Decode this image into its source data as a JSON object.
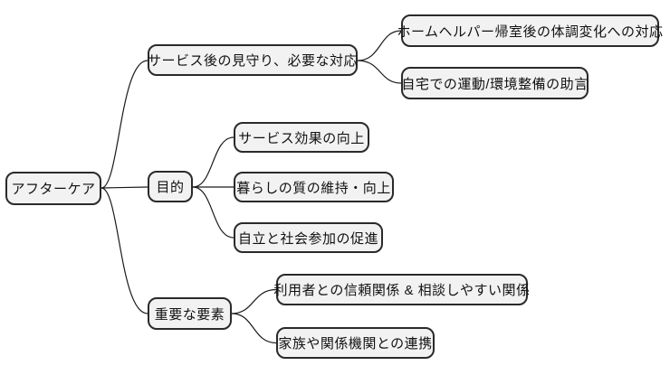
{
  "diagram": {
    "type": "mindmap",
    "colors": {
      "background": "#ffffff",
      "node_fill": "#f2f2f2",
      "node_border": "#2a2a2a",
      "edge_stroke": "#1a1a1a",
      "text": "#111111"
    },
    "root": {
      "label": "アフターケア"
    },
    "branches": [
      {
        "label": "サービス後の見守り、必要な対応",
        "children": [
          "ホームヘルパー帰室後の体調変化への対応",
          "自宅での運動/環境整備の助言"
        ]
      },
      {
        "label": "目的",
        "children": [
          "サービス効果の向上",
          "暮らしの質の維持・向上",
          "自立と社会参加の促進"
        ]
      },
      {
        "label": "重要な要素",
        "children": [
          "利用者との信頼関係 & 相談しやすい関係",
          "家族や関係機関との連携"
        ]
      }
    ]
  }
}
